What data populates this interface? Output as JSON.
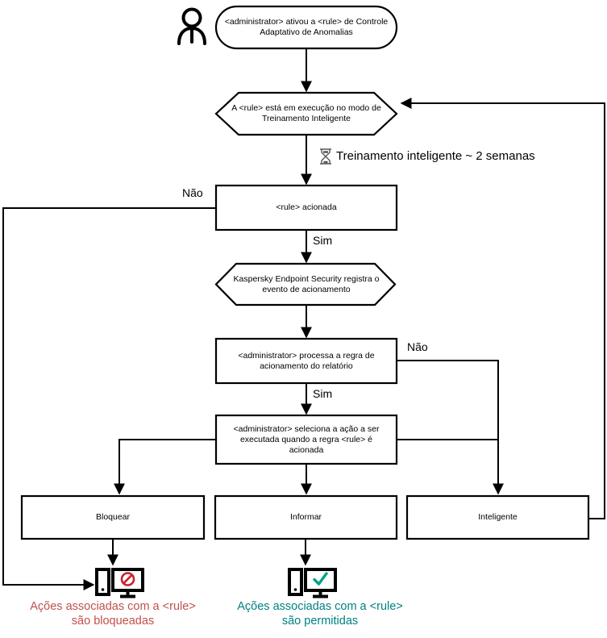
{
  "diagram": {
    "title": "Fluxo de Controle Adaptativo de Anomalias",
    "language": "pt-BR",
    "colors": {
      "stroke": "#000000",
      "blocked_text": "#C0504D",
      "allowed_text": "#008080",
      "blocked_icon": "#CC2229",
      "allowed_icon": "#00A38C",
      "background": "#FFFFFF"
    },
    "nodes": {
      "actor": {
        "icon": "person-icon",
        "label": ""
      },
      "start": {
        "shape": "stadium",
        "text": "<administrator> ativou a <rule> de Controle\nAdaptativo de Anomalias"
      },
      "training_mode": {
        "shape": "hexagon",
        "text": "A <rule> está em execução no modo de\nTreinamento Inteligente"
      },
      "rule_triggered": {
        "shape": "rectangle",
        "text": "<rule> acionada"
      },
      "kes_logs_event": {
        "shape": "hexagon",
        "text": "Kaspersky Endpoint Security registra o\nevento de acionamento"
      },
      "admin_processes_rule": {
        "shape": "rectangle",
        "text": "<administrator> processa a regra de\nacionamento do relatório"
      },
      "admin_selects_action": {
        "shape": "rectangle",
        "text": "<administrator> seleciona a ação a ser\nexecutada quando a regra <rule> é\nacionada"
      },
      "action_block": {
        "shape": "rectangle",
        "text": "Bloquear"
      },
      "action_inform": {
        "shape": "rectangle",
        "text": "Informar"
      },
      "action_smart": {
        "shape": "rectangle",
        "text": "Inteligente"
      }
    },
    "notes": [
      {
        "id": "training-duration",
        "icon": "hourglass-icon",
        "text": "Treinamento inteligente ~ 2 semanas"
      }
    ],
    "edge_labels": [
      {
        "id": "rule-triggered-no",
        "text": "Não"
      },
      {
        "id": "rule-triggered-yes",
        "text": "Sim"
      },
      {
        "id": "admin-processes-no",
        "text": "Não"
      },
      {
        "id": "admin-processes-yes",
        "text": "Sim"
      }
    ],
    "outcomes": [
      {
        "id": "blocked",
        "icon": "monitor-blocked-icon",
        "text": "Ações associadas com a <rule>\nsão bloqueadas",
        "color": "#C0504D"
      },
      {
        "id": "allowed",
        "icon": "monitor-allowed-icon",
        "text": "Ações associadas com a <rule>\nsão permitidas",
        "color": "#008080"
      }
    ]
  }
}
